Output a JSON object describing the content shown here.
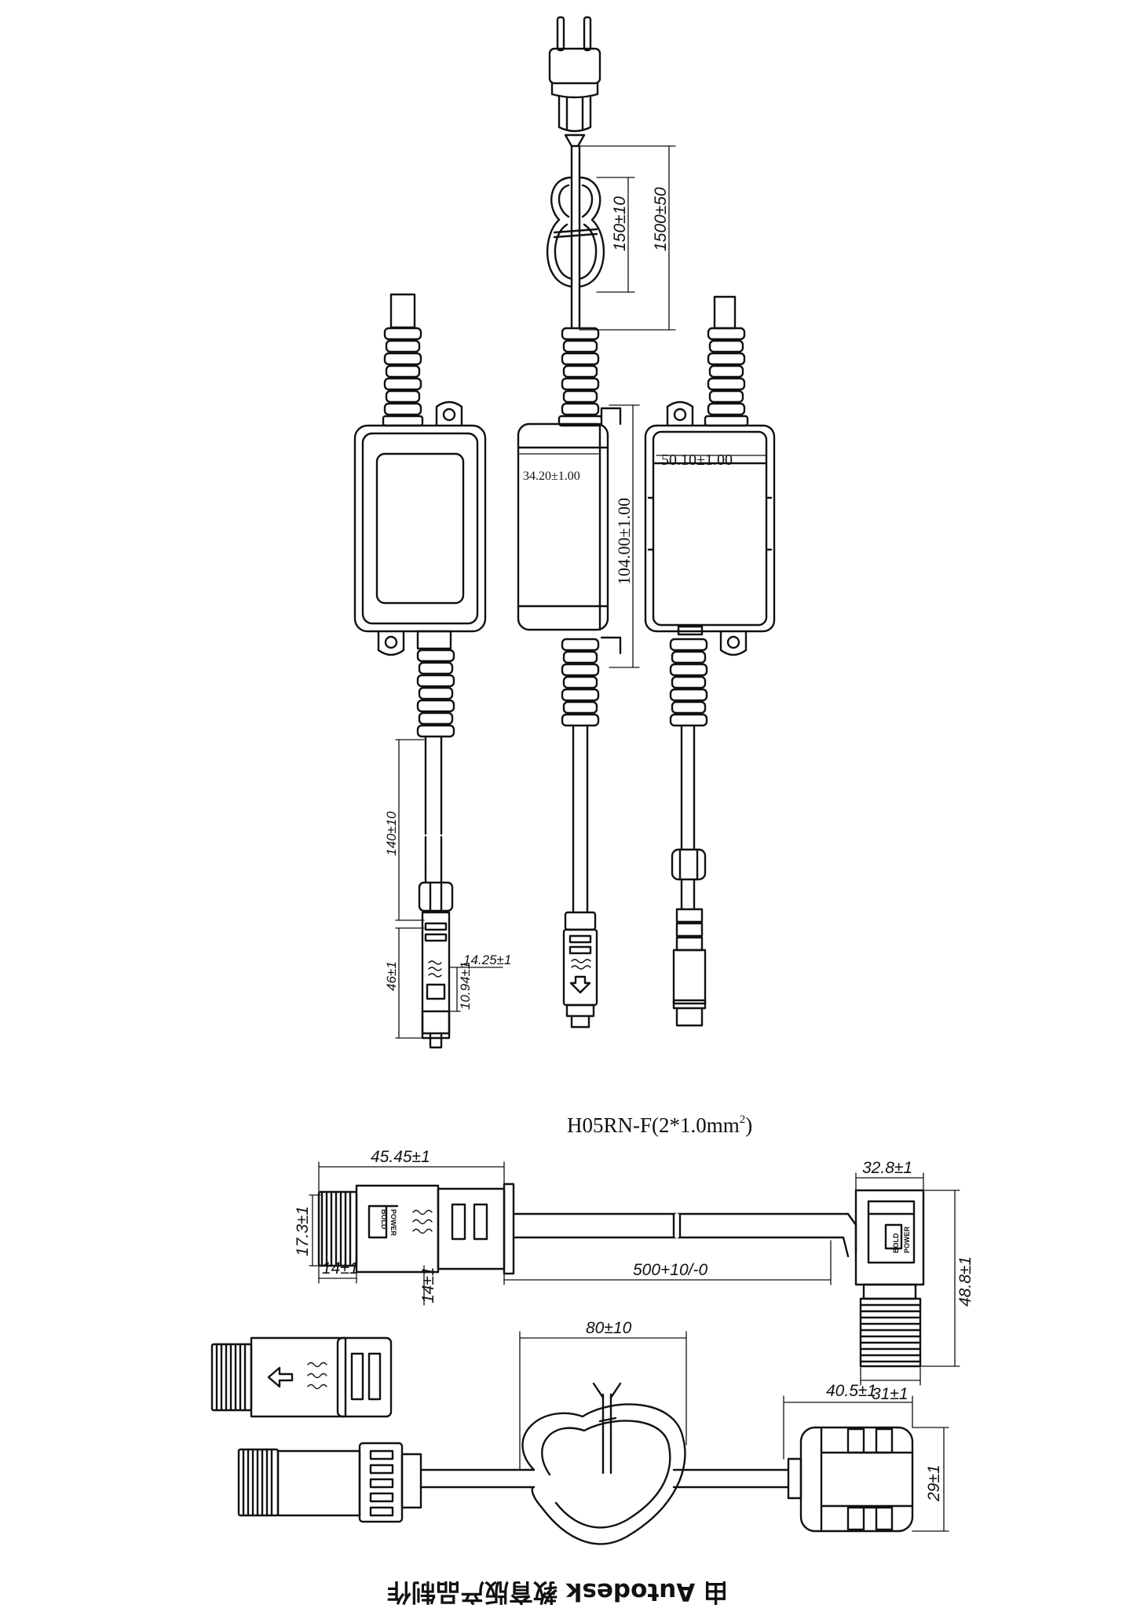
{
  "labels": {
    "cord_length": "1500±50",
    "loop_length": "150±10",
    "depth": "34.20±1.00",
    "height": "104.00±1.00",
    "width": "50.10±1.00",
    "output_cable": "140±10",
    "connector_length": "46±1",
    "connector_width_a": "14.25±1",
    "connector_width_b": "10.94±1",
    "cable_spec_text": "H05RN-F(2*1.0mm",
    "cable_spec_sup": "2",
    "cable_spec_close": ")",
    "male_connector_length": "45.45±1",
    "male_connector_height": "17.3±1",
    "thread_length": "14±1",
    "thread_dia": "14±1",
    "cable_length": "500+10/-0",
    "female_width": "32.8±1",
    "female_height": "48.8±1",
    "female_base": "31±1",
    "loop_width": "80±10",
    "clip_width": "40.5±1",
    "clip_height": "29±1",
    "connector_print": "BOLD",
    "connector_print2": "POWER"
  },
  "footer": {
    "watermark": "由 Autodesk 教育版产品制作"
  }
}
